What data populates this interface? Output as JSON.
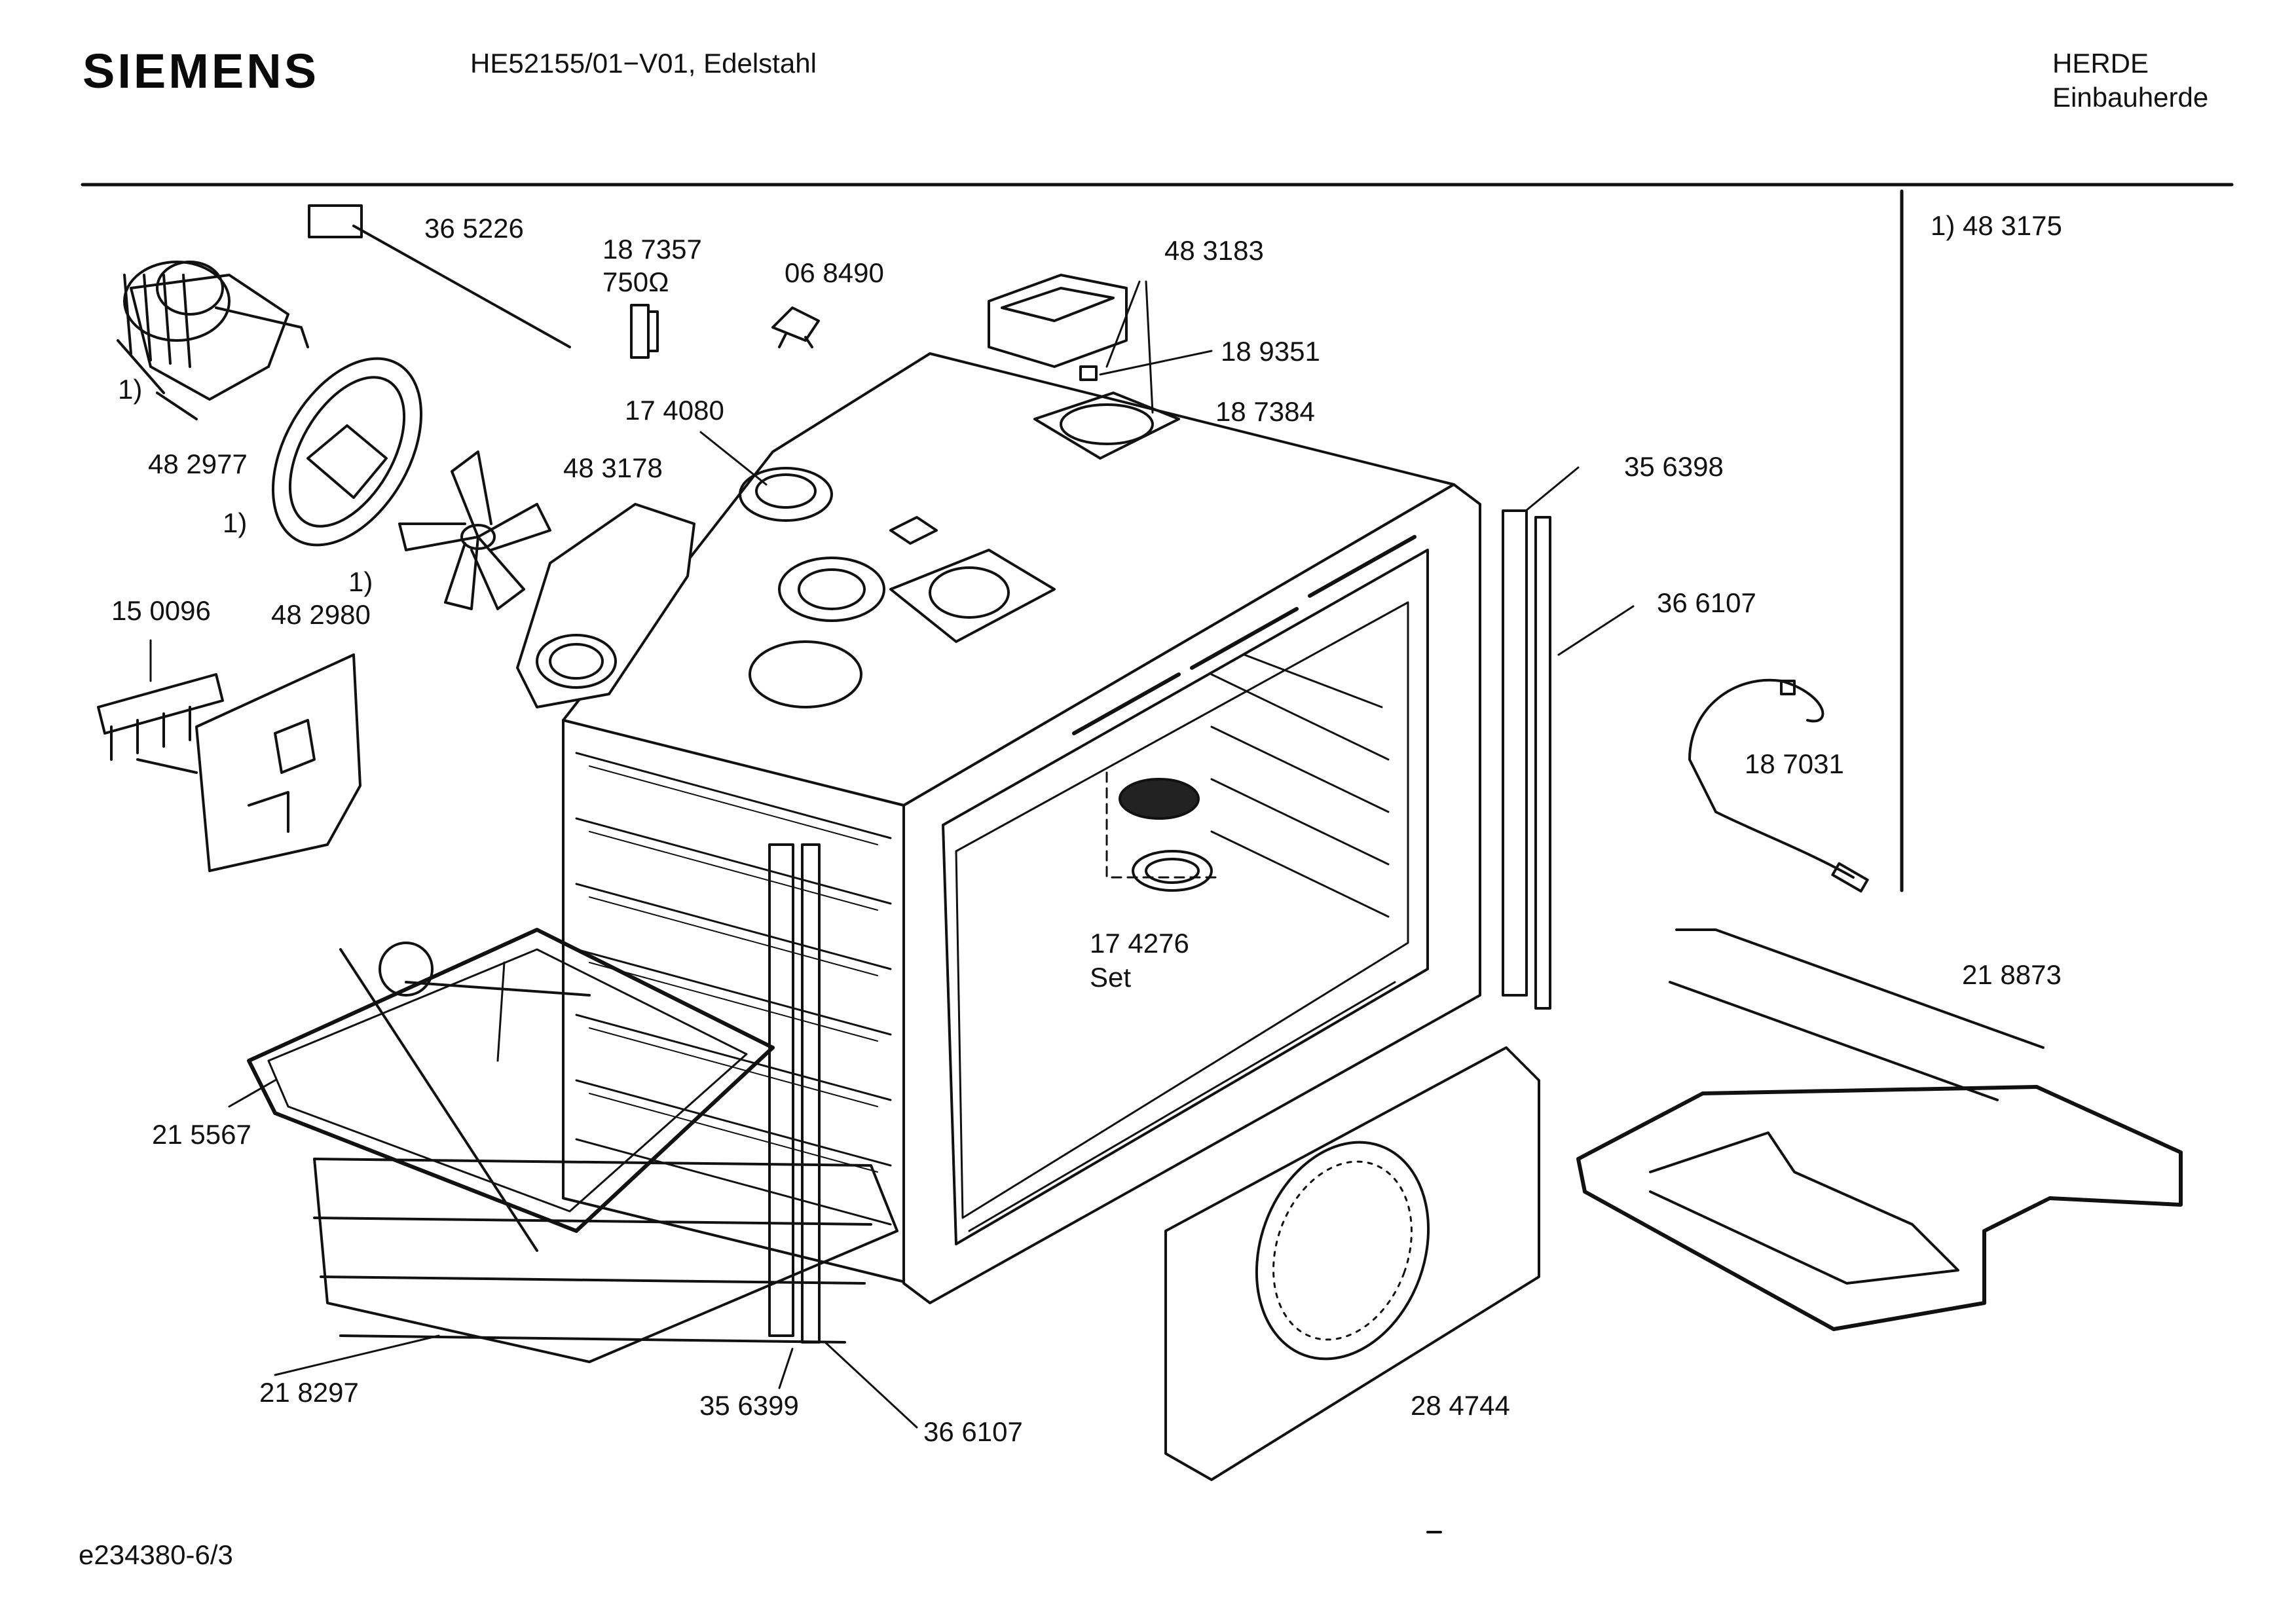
{
  "header": {
    "brand": "SIEMENS",
    "model": "HE52155/01−V01, Edelstahl",
    "category_line1": "HERDE",
    "category_line2": "Einbauherde"
  },
  "note": "1) 48 3175",
  "footer": {
    "drawing_id": "e234380-6/3"
  },
  "part_labels": [
    {
      "id": "p365226",
      "text": "36 5226"
    },
    {
      "id": "p187357",
      "text": "18 7357"
    },
    {
      "id": "p750",
      "text": "750Ω"
    },
    {
      "id": "p068490",
      "text": "06 8490"
    },
    {
      "id": "p483183",
      "text": "48 3183"
    },
    {
      "id": "p189351",
      "text": "18 9351"
    },
    {
      "id": "p187384",
      "text": "18 7384"
    },
    {
      "id": "p174080",
      "text": "17 4080"
    },
    {
      "id": "p482977",
      "text": "48 2977"
    },
    {
      "id": "p483178",
      "text": "48 3178"
    },
    {
      "id": "p356398",
      "text": "35 6398"
    },
    {
      "id": "p366107a",
      "text": "36 6107"
    },
    {
      "id": "p150096",
      "text": "15 0096"
    },
    {
      "id": "p482980",
      "text": "48 2980"
    },
    {
      "id": "p187031",
      "text": "18 7031"
    },
    {
      "id": "p174276",
      "text": "17 4276"
    },
    {
      "id": "pset",
      "text": "Set"
    },
    {
      "id": "p218873",
      "text": "21 8873"
    },
    {
      "id": "p215567",
      "text": "21 5567"
    },
    {
      "id": "p218297",
      "text": "21 8297"
    },
    {
      "id": "p356399",
      "text": "35 6399"
    },
    {
      "id": "p366107b",
      "text": "36 6107"
    },
    {
      "id": "p284744",
      "text": "28 4744"
    },
    {
      "id": "fn1a",
      "text": "1)"
    },
    {
      "id": "fn1b",
      "text": "1)"
    },
    {
      "id": "fn1c",
      "text": "1)"
    }
  ]
}
